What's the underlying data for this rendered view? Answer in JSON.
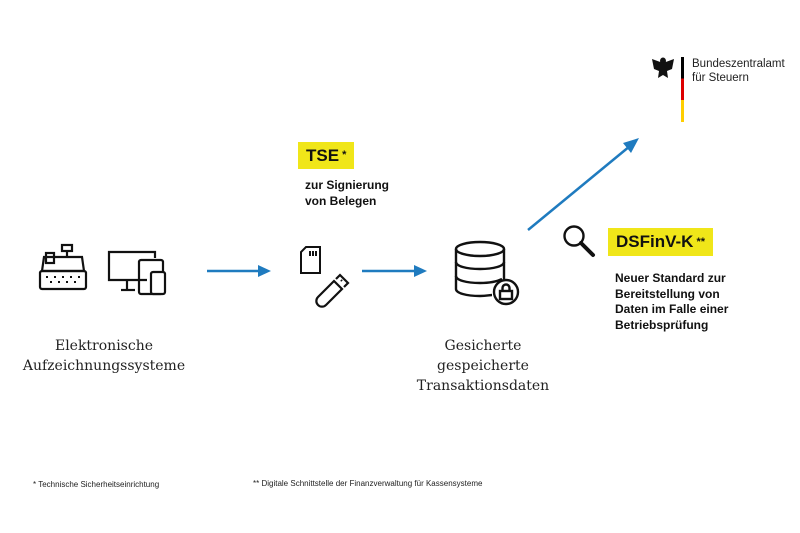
{
  "logo": {
    "line1": "Bundeszentralamt",
    "line2": "für Steuern",
    "flag_colors": [
      "#000000",
      "#dd0000",
      "#ffce00"
    ]
  },
  "accent_color": "#1f7bbf",
  "highlight_color": "#f0e619",
  "tse": {
    "label": "TSE",
    "marker": "*",
    "desc_line1": "zur Signierung",
    "desc_line2": "von Belegen"
  },
  "dsfinv": {
    "label": "DSFinV-K",
    "marker": "**",
    "desc": [
      "Neuer Standard zur",
      "Bereitstellung von",
      "Daten im Falle einer",
      "Betriebsprüfung"
    ]
  },
  "systems": {
    "line1": "Elektronische",
    "line2": "Aufzeichnungssysteme"
  },
  "storage": {
    "line1": "Gesicherte",
    "line2": "gespeicherte",
    "line3": "Transaktionsdaten"
  },
  "footnotes": {
    "tse": "* Technische Sicherheitseinrichtung",
    "dsfinv": "** Digitale Schnittstelle der Finanzverwaltung für Kassensysteme"
  }
}
